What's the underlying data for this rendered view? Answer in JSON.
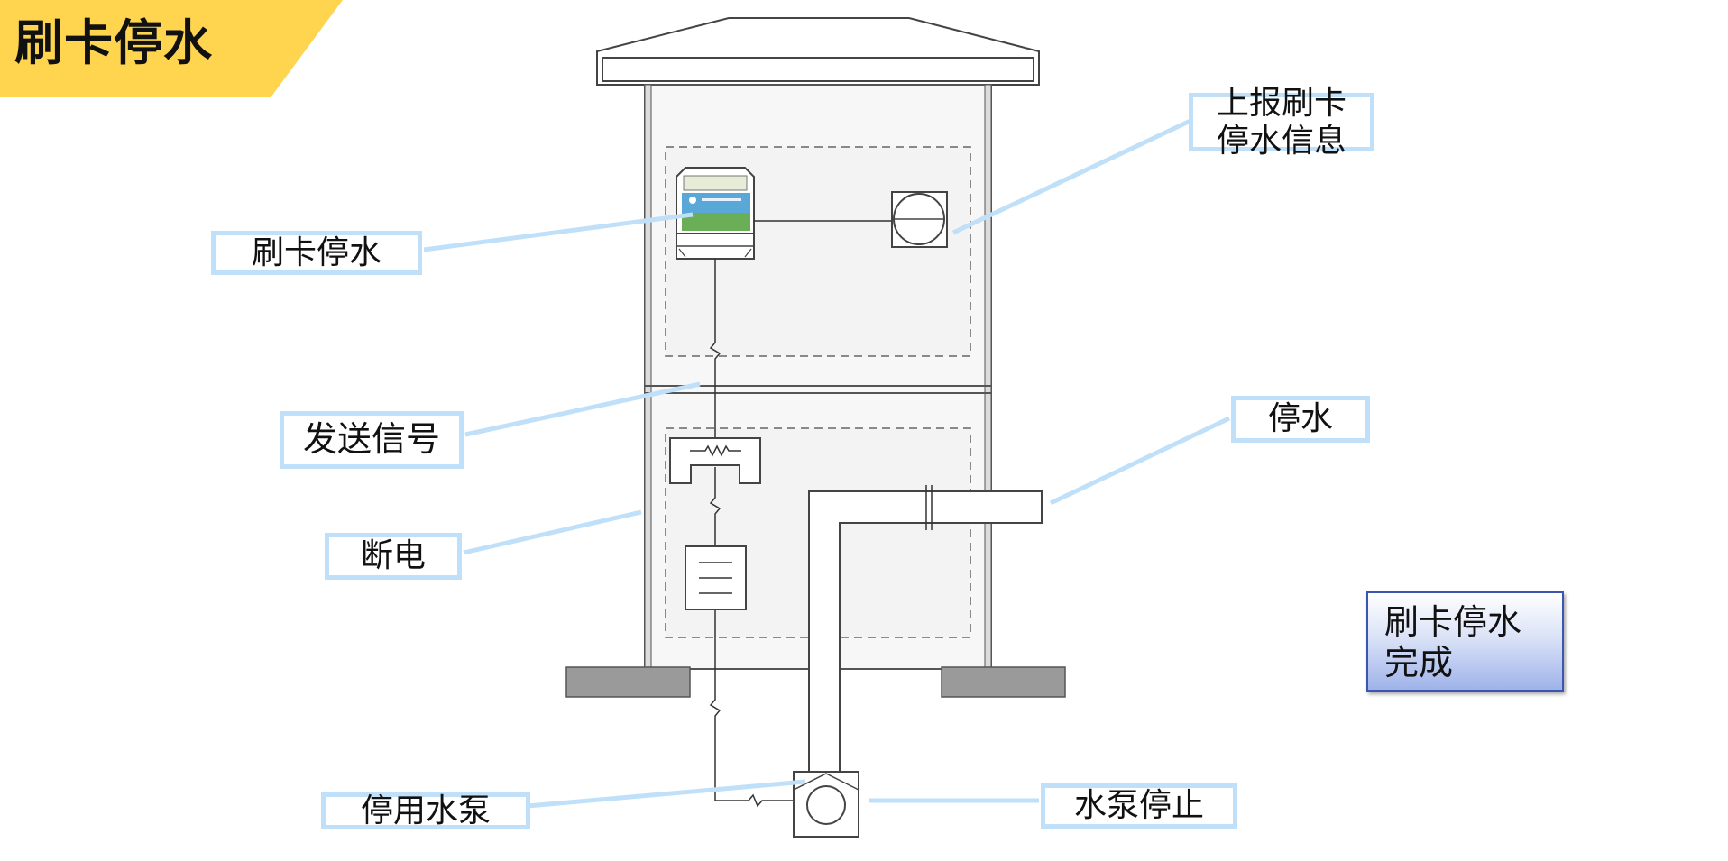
{
  "title": "刷卡停水",
  "colors": {
    "title_banner": "#ffd54f",
    "callout_border": "#bfe0f8",
    "leader_line": "#bfe0f8",
    "done_box_border": "#3a56b0",
    "done_box_fill": "#9fb3ea"
  },
  "callouts": {
    "report": "上报刷卡\n停水信息",
    "swipe": "刷卡停水",
    "signal": "发送信号",
    "power_off": "断电",
    "water_off": "停水",
    "stop_pump": "停用水泵",
    "pump_stopped": "水泵停止"
  },
  "status_box": "刷卡停水\n完成",
  "icons": {
    "meter": "card-water-meter-icon",
    "rtu": "remote-terminal-icon",
    "breaker": "circuit-breaker-icon",
    "contactor": "contactor-icon",
    "pump": "water-pump-icon",
    "valve": "pipe-valve-icon"
  }
}
